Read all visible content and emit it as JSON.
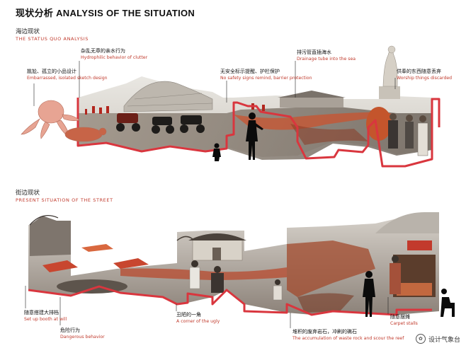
{
  "title": "现状分析 ANALYSIS OF THE SITUATION",
  "sections": {
    "seaside": {
      "cn": "海边现状",
      "en": "THE STATUS QUO ANALYSIS"
    },
    "street": {
      "cn": "街边现状",
      "en": "PRESENT SITUATION OF THE STREET"
    }
  },
  "seaside_labels": {
    "clutter": {
      "cn": "杂乱无章的亲水行为",
      "en": "Hydrophilic behavior of clutter"
    },
    "sketch": {
      "cn": "尴尬、孤立的小品设计",
      "en": "Embarrassed, isolated sketch design"
    },
    "safety": {
      "cn": "无安全标示提醒、护栏保护",
      "en": "No safety signs remind, barrier protection"
    },
    "drainage": {
      "cn": "排污管直插海水",
      "en": "Drainage tube into the sea"
    },
    "worship": {
      "cn": "供奉的东西随意丢弃",
      "en": "Worship things discarded"
    }
  },
  "street_labels": {
    "booth": {
      "cn": "随意搭建大排档",
      "en": "Set up booth at will"
    },
    "dangerous": {
      "cn": "危险行为",
      "en": "Dangerous behavior"
    },
    "ugly": {
      "cn": "丑陋的一角",
      "en": "A corner of the ugly"
    },
    "waste": {
      "cn": "堆积的废弃岩石，冲刷的礁石",
      "en": "The accumulation of waste rock and scour the reef"
    },
    "carpet": {
      "cn": "随意摆摊",
      "en": "Carpet stalls"
    }
  },
  "watermark": "设计气象台",
  "colors": {
    "accent": "#d9363e",
    "label_en": "#c0392b"
  }
}
